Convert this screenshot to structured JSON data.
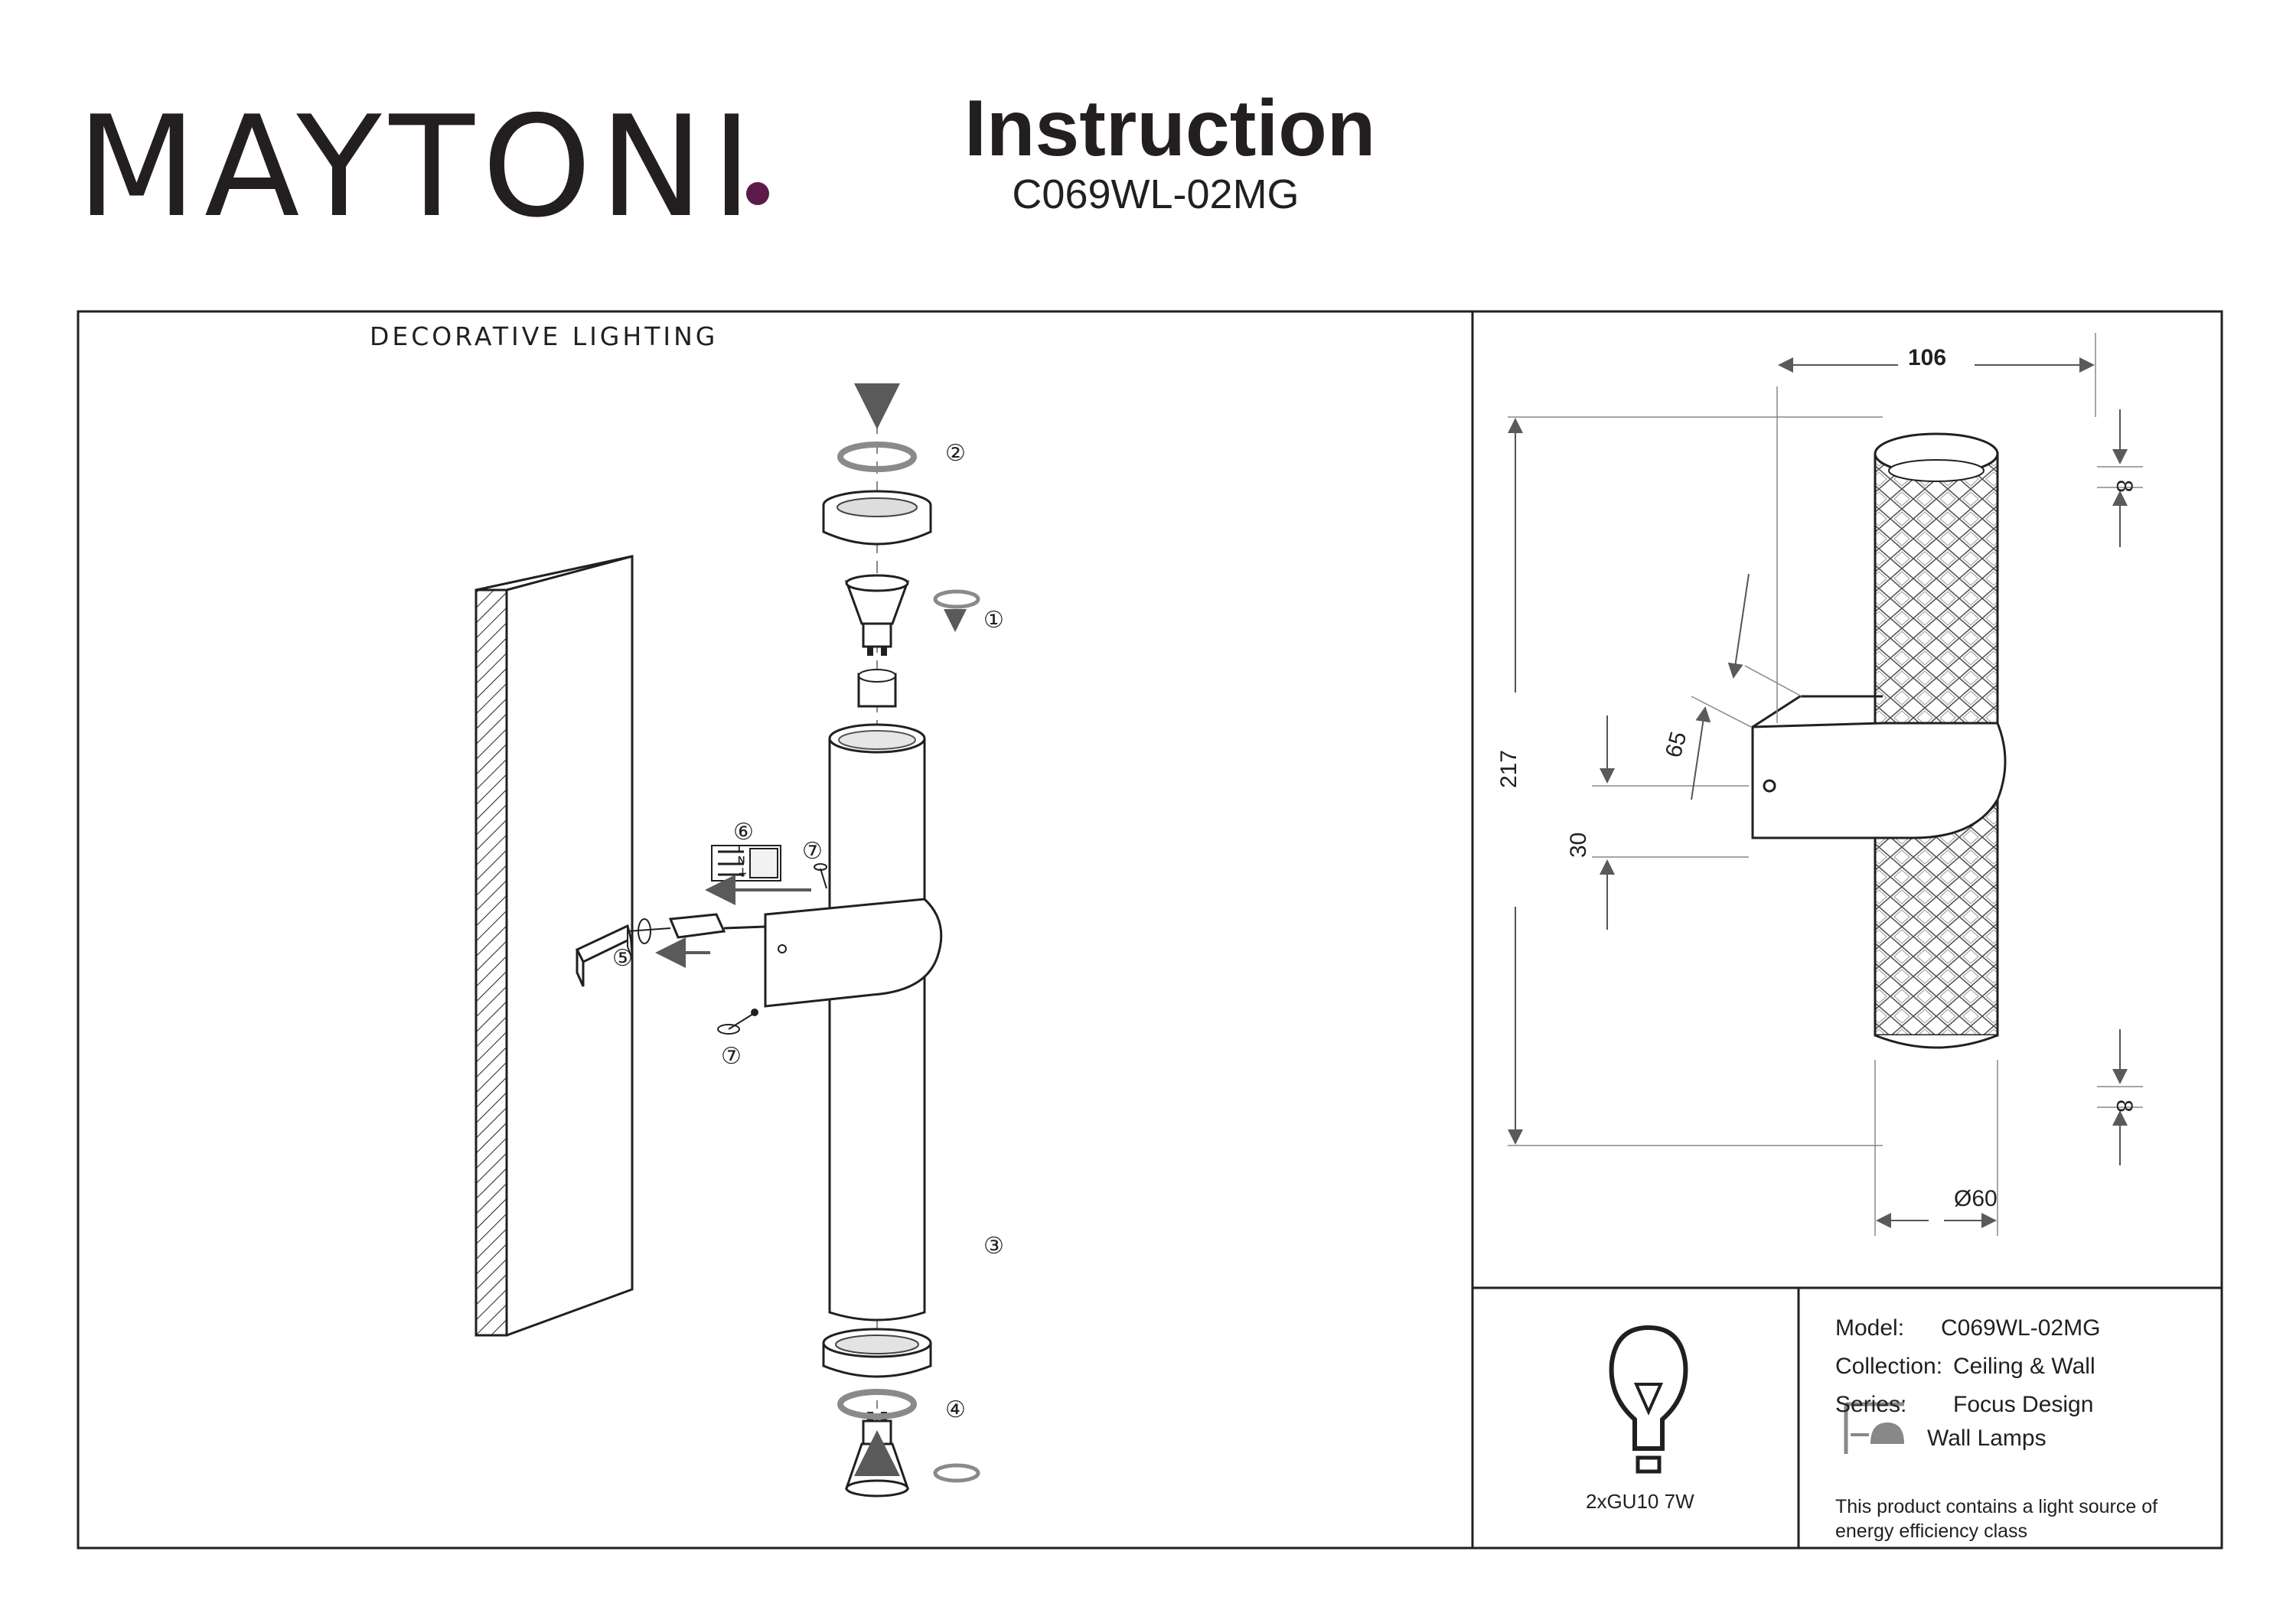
{
  "header": {
    "brand": "MAYTONI",
    "tagline": "DECORATIVE LIGHTING",
    "brand_color": "#5c1a4a",
    "title": "Instruction",
    "model_code": "C069WL-02MG"
  },
  "assembly": {
    "steps": [
      "①",
      "②",
      "③",
      "④",
      "⑤",
      "⑥",
      "⑦",
      "⑦"
    ],
    "terminal_letters": [
      "L",
      "N",
      "⏚"
    ]
  },
  "dimensions": {
    "width": "106",
    "height": "217",
    "inset_top": "8",
    "inset_bottom": "8",
    "bracket_depth": "65",
    "bracket_height": "30",
    "diameter": "Ø60"
  },
  "specs": {
    "lamp": "2xGU10 7W",
    "lamp_icon": "bulb-icon",
    "model_label": "Model:",
    "model_value": "C069WL-02MG",
    "collection_label": "Collection:",
    "collection_value": "Ceiling & Wall",
    "series_label": "Series:",
    "series_value": "Focus Design",
    "type_icon": "wall-lamp-icon",
    "type_value": "Wall Lamps",
    "energy_note_1": "This product contains a light source of",
    "energy_note_2": "energy efficiency class"
  }
}
